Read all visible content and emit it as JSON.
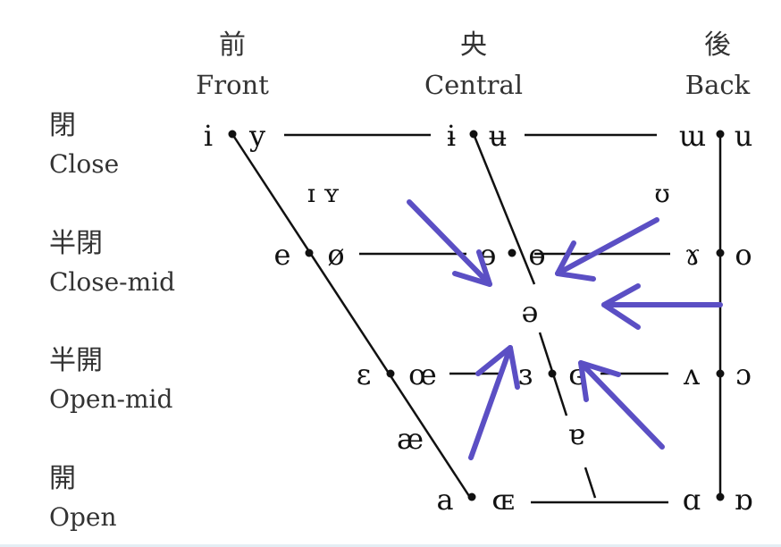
{
  "columns": [
    {
      "cjk": "前",
      "label": "Front"
    },
    {
      "cjk": "央",
      "label": "Central"
    },
    {
      "cjk": "後",
      "label": "Back"
    }
  ],
  "rows": [
    {
      "cjk": "閉",
      "label": "Close"
    },
    {
      "cjk": "半閉",
      "label": "Close-mid"
    },
    {
      "cjk": "半開",
      "label": "Open-mid"
    },
    {
      "cjk": "開",
      "label": "Open"
    }
  ],
  "vowels": {
    "close": [
      "i",
      "y",
      "ɨ",
      "ʉ",
      "ɯ",
      "u"
    ],
    "near_close": [
      "ɪ ʏ",
      "ʊ"
    ],
    "close_mid": [
      "e",
      "ø",
      "ɘ",
      "ɵ",
      "ɤ",
      "o"
    ],
    "mid": "ə",
    "open_mid": [
      "ɛ",
      "œ",
      "ɜ",
      "ɞ",
      "ʌ",
      "ɔ"
    ],
    "near_open": [
      "æ",
      "ɐ"
    ],
    "open": [
      "a",
      "ɶ",
      "ɑ",
      "ɒ"
    ]
  },
  "annotation_color": "#5b4fc4"
}
